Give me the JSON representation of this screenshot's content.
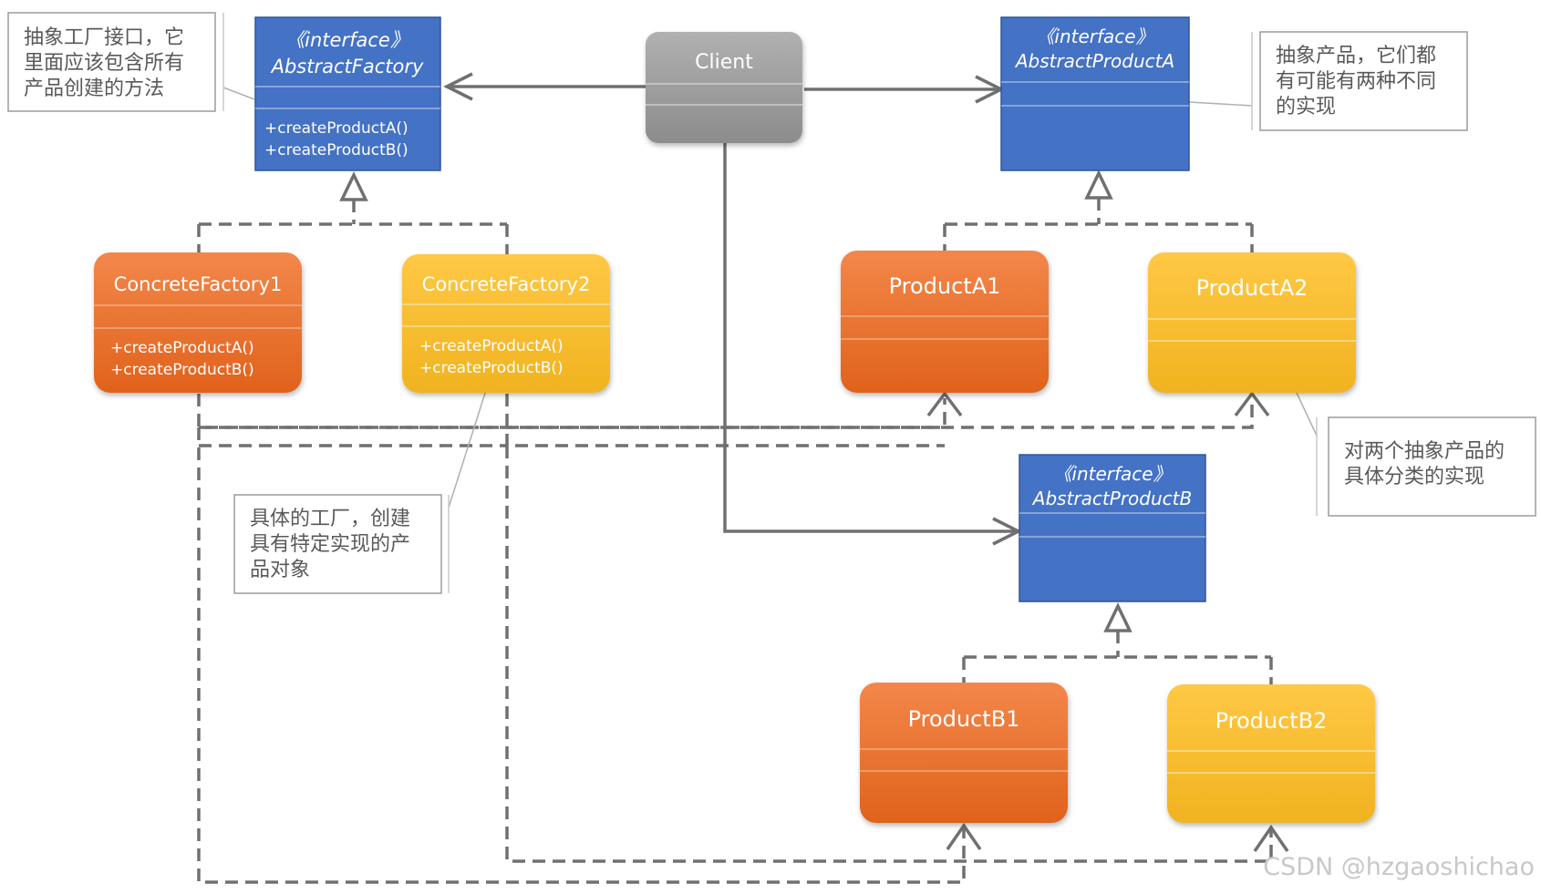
{
  "diagram": {
    "client": {
      "label": "Client"
    },
    "interfaces": [
      {
        "id": "abstract-factory",
        "stereotype": "《interface》",
        "name": "AbstractFactory",
        "methods": [
          "+createProductA()",
          "+createProductB()"
        ]
      },
      {
        "id": "abstract-product-a",
        "stereotype": "《interface》",
        "name": "AbstractProductA",
        "methods": []
      },
      {
        "id": "abstract-product-b",
        "stereotype": "《interface》",
        "name": "AbstractProductB",
        "methods": []
      }
    ],
    "concrete_factories": [
      {
        "id": "concrete-factory-1",
        "name": "ConcreteFactory1",
        "methods": [
          "+createProductA()",
          "+createProductB()"
        ]
      },
      {
        "id": "concrete-factory-2",
        "name": "ConcreteFactory2",
        "methods": [
          "+createProductA()",
          "+createProductB()"
        ]
      }
    ],
    "products": [
      {
        "id": "product-a1",
        "name": "ProductA1"
      },
      {
        "id": "product-a2",
        "name": "ProductA2"
      },
      {
        "id": "product-b1",
        "name": "ProductB1"
      },
      {
        "id": "product-b2",
        "name": "ProductB2"
      }
    ],
    "notes": [
      {
        "id": "note-abstract-factory",
        "lines": [
          "抽象工厂接口，它",
          "里面应该包含所有",
          "产品创建的方法"
        ]
      },
      {
        "id": "note-abstract-product",
        "lines": [
          "抽象产品，它们都",
          "有可能有两种不同",
          "的实现"
        ]
      },
      {
        "id": "note-concrete-factory",
        "lines": [
          "具体的工厂，创建",
          "具有特定实现的产",
          "品对象"
        ]
      },
      {
        "id": "note-concrete-product",
        "lines": [
          "对两个抽象产品的",
          "具体分类的实现"
        ]
      }
    ]
  },
  "watermark": "CSDN @hzgaoshichao",
  "colors": {
    "interface_blue": "#4472c4",
    "orange": "#ed7d31",
    "yellow": "#ffc000",
    "client_gray": "#a5a5a5",
    "connector_gray": "#6e6e6e"
  }
}
